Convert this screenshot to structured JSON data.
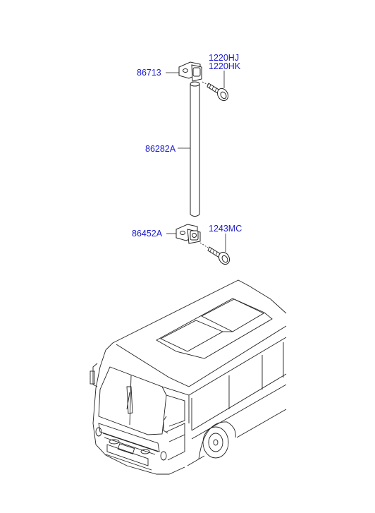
{
  "parts": {
    "bracket_upper": "86713",
    "bolt_upper_1": "1220HJ",
    "bolt_upper_2": "1220HK",
    "rod": "86282A",
    "bracket_lower": "86452A",
    "bolt_lower": "1243MC"
  },
  "colors": {
    "label": "#1a1acc",
    "line": "#222222",
    "background": "#ffffff"
  }
}
